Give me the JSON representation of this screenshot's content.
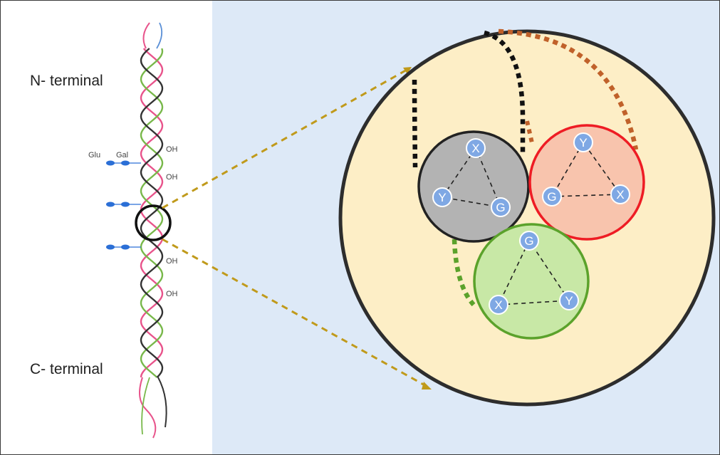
{
  "labels": {
    "n_terminal": "N- terminal",
    "c_terminal": "C- terminal",
    "glu": "Glu",
    "gal": "Gal",
    "oh": "OH"
  },
  "strands": [
    {
      "name": "gray",
      "letters": [
        "X",
        "Y",
        "G"
      ]
    },
    {
      "name": "red",
      "letters": [
        "Y",
        "G",
        "X"
      ]
    },
    {
      "name": "green",
      "letters": [
        "G",
        "X",
        "Y"
      ]
    }
  ],
  "colors": {
    "right_panel_bg": "#dde9f7",
    "zoom_fill": "#fdeec6",
    "gray_strand": "#b3b3b3",
    "red_strand_fill": "#f8c4ad",
    "red_strand_edge": "#ee1c24",
    "green_strand_fill": "#c8e8a6",
    "green_strand_edge": "#5ba22b",
    "residue_fill": "#7fa8e4",
    "sugar_blue": "#2b6fd6",
    "leader_line": "#c09a1b",
    "orange_dotted": "#c0612a"
  }
}
